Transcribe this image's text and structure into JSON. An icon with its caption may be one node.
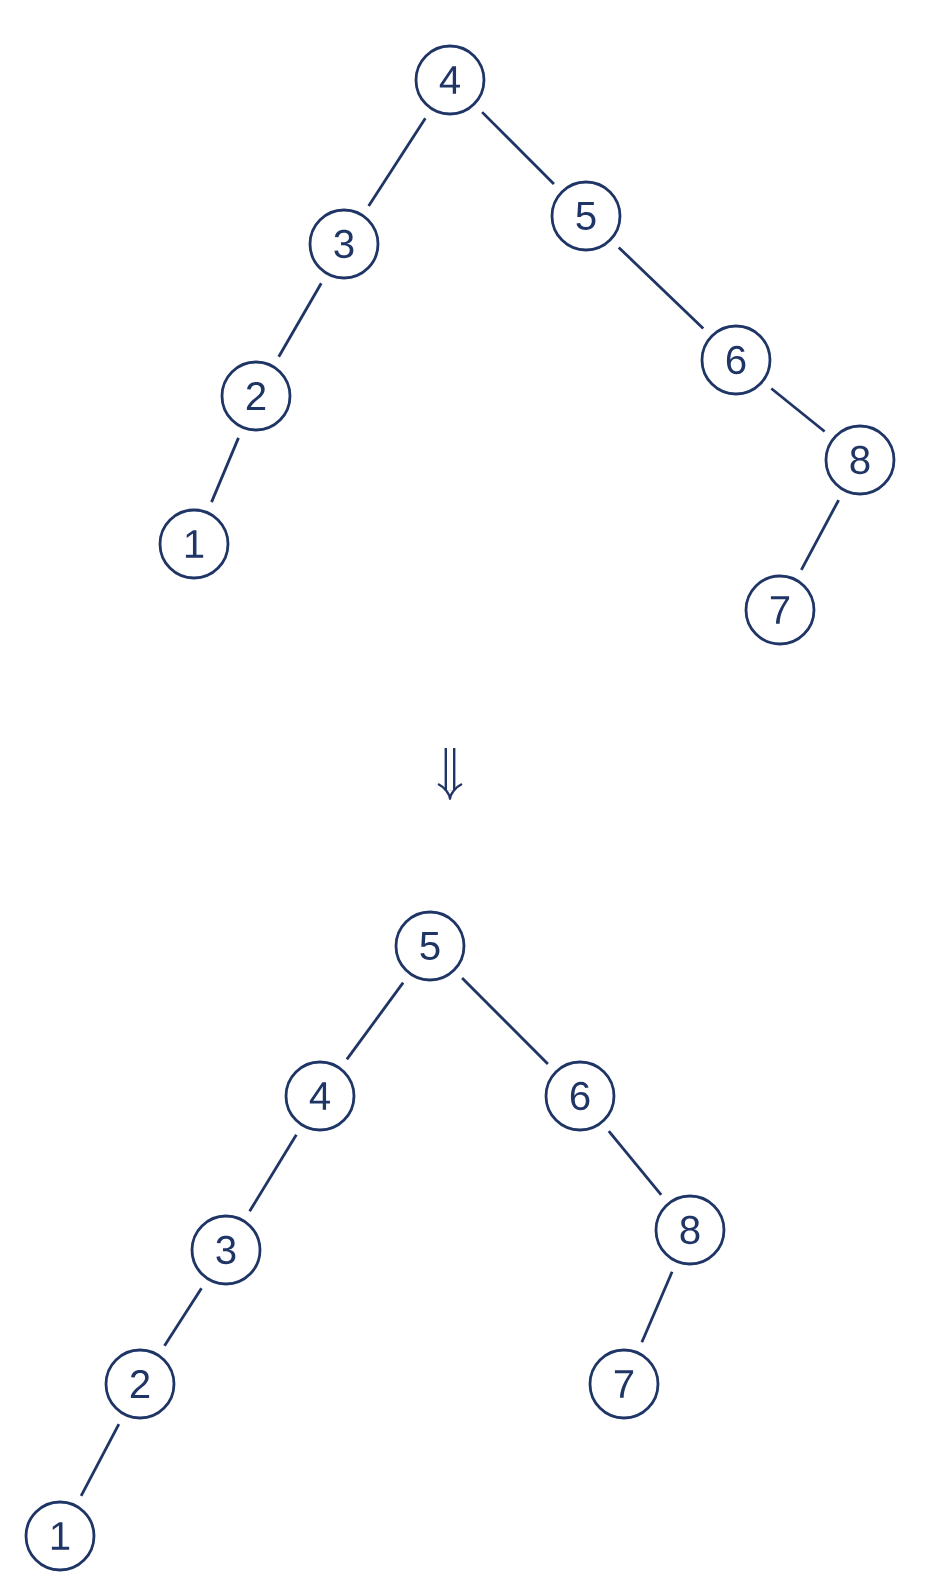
{
  "diagram": {
    "nodes": [
      {
        "text": [
          "4"
        ]
      },
      {
        "text": [
          "5"
        ]
      },
      {
        "text": [
          "3"
        ]
      },
      {
        "text": [
          "6"
        ]
      },
      {
        "text": [
          "2"
        ]
      },
      {
        "text": [
          "8"
        ]
      },
      {
        "text": [
          "1"
        ]
      },
      {
        "text": [
          "7"
        ]
      },
      {
        "text": [
          "5"
        ]
      },
      {
        "text": [
          "4"
        ]
      },
      {
        "text": [
          "6"
        ]
      },
      {
        "text": [
          "8"
        ]
      },
      {
        "text": [
          "3"
        ]
      },
      {
        "text": [
          "2"
        ]
      },
      {
        "text": [
          "7"
        ]
      },
      {
        "text": [
          "1"
        ]
      }
    ],
    "edges": [
      {
        "from": 0,
        "to": 2,
        "arrow": "none"
      },
      {
        "from": 0,
        "to": 1,
        "arrow": "none"
      },
      {
        "from": 2,
        "to": 4,
        "arrow": "none"
      },
      {
        "from": 4,
        "to": 6,
        "arrow": "none"
      },
      {
        "from": 1,
        "to": 3,
        "arrow": "none"
      },
      {
        "from": 3,
        "to": 5,
        "arrow": "none"
      },
      {
        "from": 5,
        "to": 7,
        "arrow": "none"
      },
      {
        "from": 8,
        "to": 9,
        "arrow": "none"
      },
      {
        "from": 8,
        "to": 10,
        "arrow": "none"
      },
      {
        "from": 9,
        "to": 12,
        "arrow": "none"
      },
      {
        "from": 12,
        "to": 13,
        "arrow": "none"
      },
      {
        "from": 13,
        "to": 15,
        "arrow": "none"
      },
      {
        "from": 10,
        "to": 11,
        "arrow": "none"
      },
      {
        "from": 11,
        "to": 14,
        "arrow": "none"
      }
    ]
  }
}
